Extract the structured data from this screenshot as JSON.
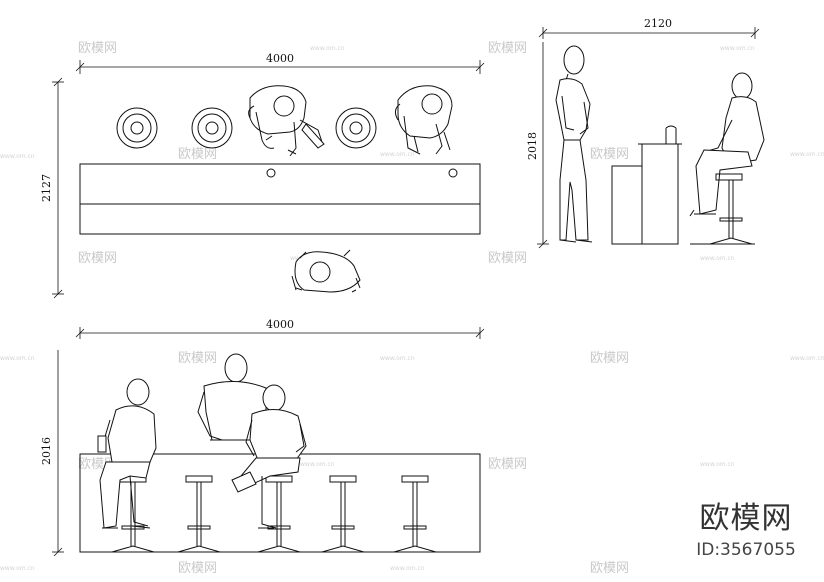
{
  "dimensions": {
    "plan_width": "4000",
    "plan_depth": "2127",
    "side_width": "2120",
    "side_height": "2018",
    "front_width": "4000",
    "front_height": "2016"
  },
  "watermark": {
    "text": "欧模网",
    "url": "www.om.cn"
  },
  "brand": {
    "name": "欧模网",
    "id": "ID:3567055"
  }
}
